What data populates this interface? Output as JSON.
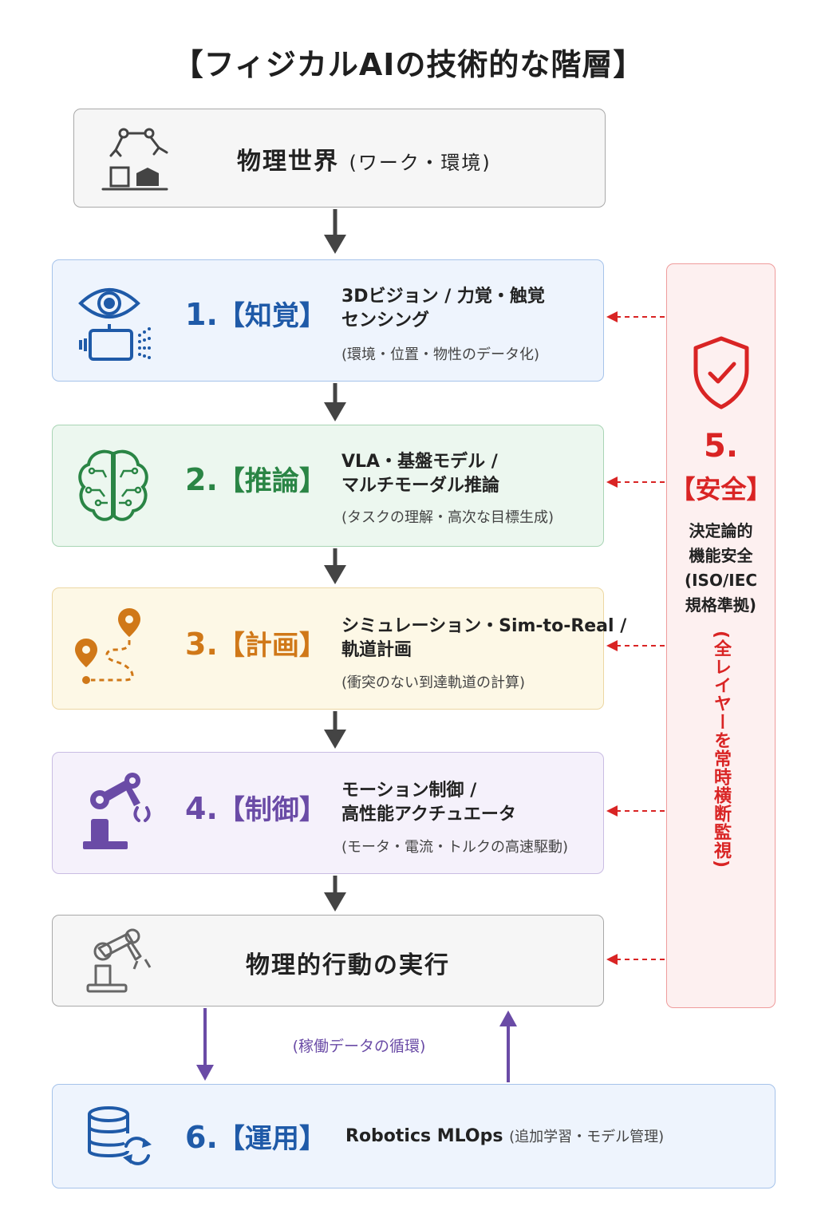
{
  "title": "【フィジカルAIの技術的な階層】",
  "physical_world": {
    "label": "物理世界",
    "sub": "(ワーク・環境)"
  },
  "layers": [
    {
      "num": "1.",
      "name": "【知覚】",
      "desc1": "3Dビジョン / 力覚・触覚",
      "desc2": "センシング",
      "sub": "(環境・位置・物性のデータ化)",
      "color": "#1f5aa8",
      "icon": "eye-camera-sensor-icon"
    },
    {
      "num": "2.",
      "name": "【推論】",
      "desc1": "VLA・基盤モデル /",
      "desc2": "マルチモーダル推論",
      "sub": "(タスクの理解・高次な目標生成)",
      "color": "#2a8545",
      "icon": "brain-circuit-icon"
    },
    {
      "num": "3.",
      "name": "【計画】",
      "desc1": "シミュレーション・Sim-to-Real /",
      "desc2": "軌道計画",
      "sub": "(衝突のない到達軌道の計算)",
      "color": "#d07818",
      "icon": "route-path-icon"
    },
    {
      "num": "4.",
      "name": "【制御】",
      "desc1": "モーション制御 /",
      "desc2": "高性能アクチュエータ",
      "sub": "(モータ・電流・トルクの高速駆動)",
      "color": "#6a4ba6",
      "icon": "robot-arm-icon"
    }
  ],
  "execution": {
    "label": "物理的行動の実行",
    "icon": "robot-arm-gray-icon"
  },
  "safety": {
    "num": "5.",
    "name": "【安全】",
    "desc_lines": [
      "決定論的",
      "機能安全",
      "(ISO/IEC",
      "規格準拠)"
    ],
    "vertical": "(全レイヤーを常時横断監視)",
    "color": "#d92424",
    "icon": "shield-check-icon"
  },
  "loop_label": "(稼働データの循環)",
  "ops": {
    "num": "6.",
    "name": "【運用】",
    "text": "Robotics MLOps",
    "sub": "(追加学習・モデル管理)",
    "color": "#1f5aa8",
    "icon": "database-sync-icon"
  }
}
